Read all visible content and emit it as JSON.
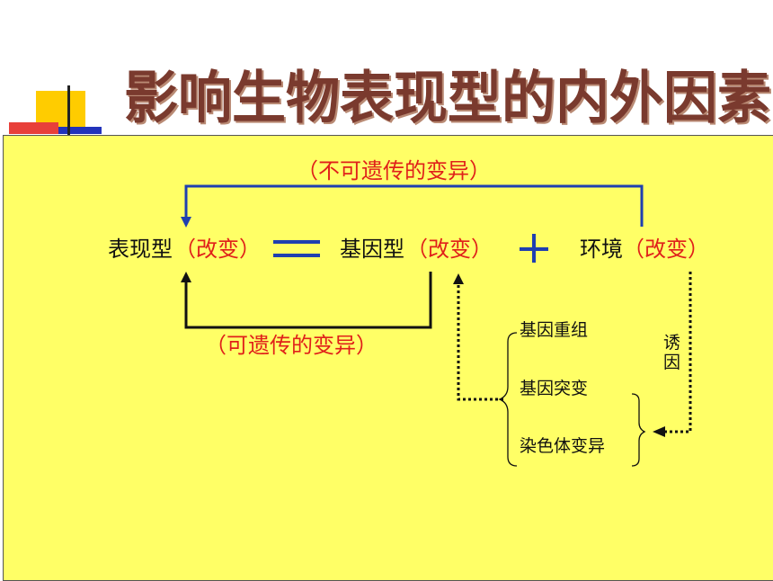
{
  "title": "影响生物表现型的内外因素",
  "top_arrow_label": "（不可遗传的变异）",
  "bottom_arrow_label": "（可遗传的变异）",
  "equation": {
    "phenotype": "表现型",
    "phenotype_change": "（改变）",
    "genotype": "基因型",
    "genotype_change": "（改变）",
    "environment": "环境",
    "environment_change": "（改变）",
    "equals": "＝",
    "plus": "＋"
  },
  "sources": [
    "基因重组",
    "基因突变",
    "染色体变异"
  ],
  "induce_label": "诱因",
  "colors": {
    "panel": "#ffff66",
    "red": "#e0201a",
    "blue": "#1f3fb0",
    "title": "#7a3a2e"
  }
}
